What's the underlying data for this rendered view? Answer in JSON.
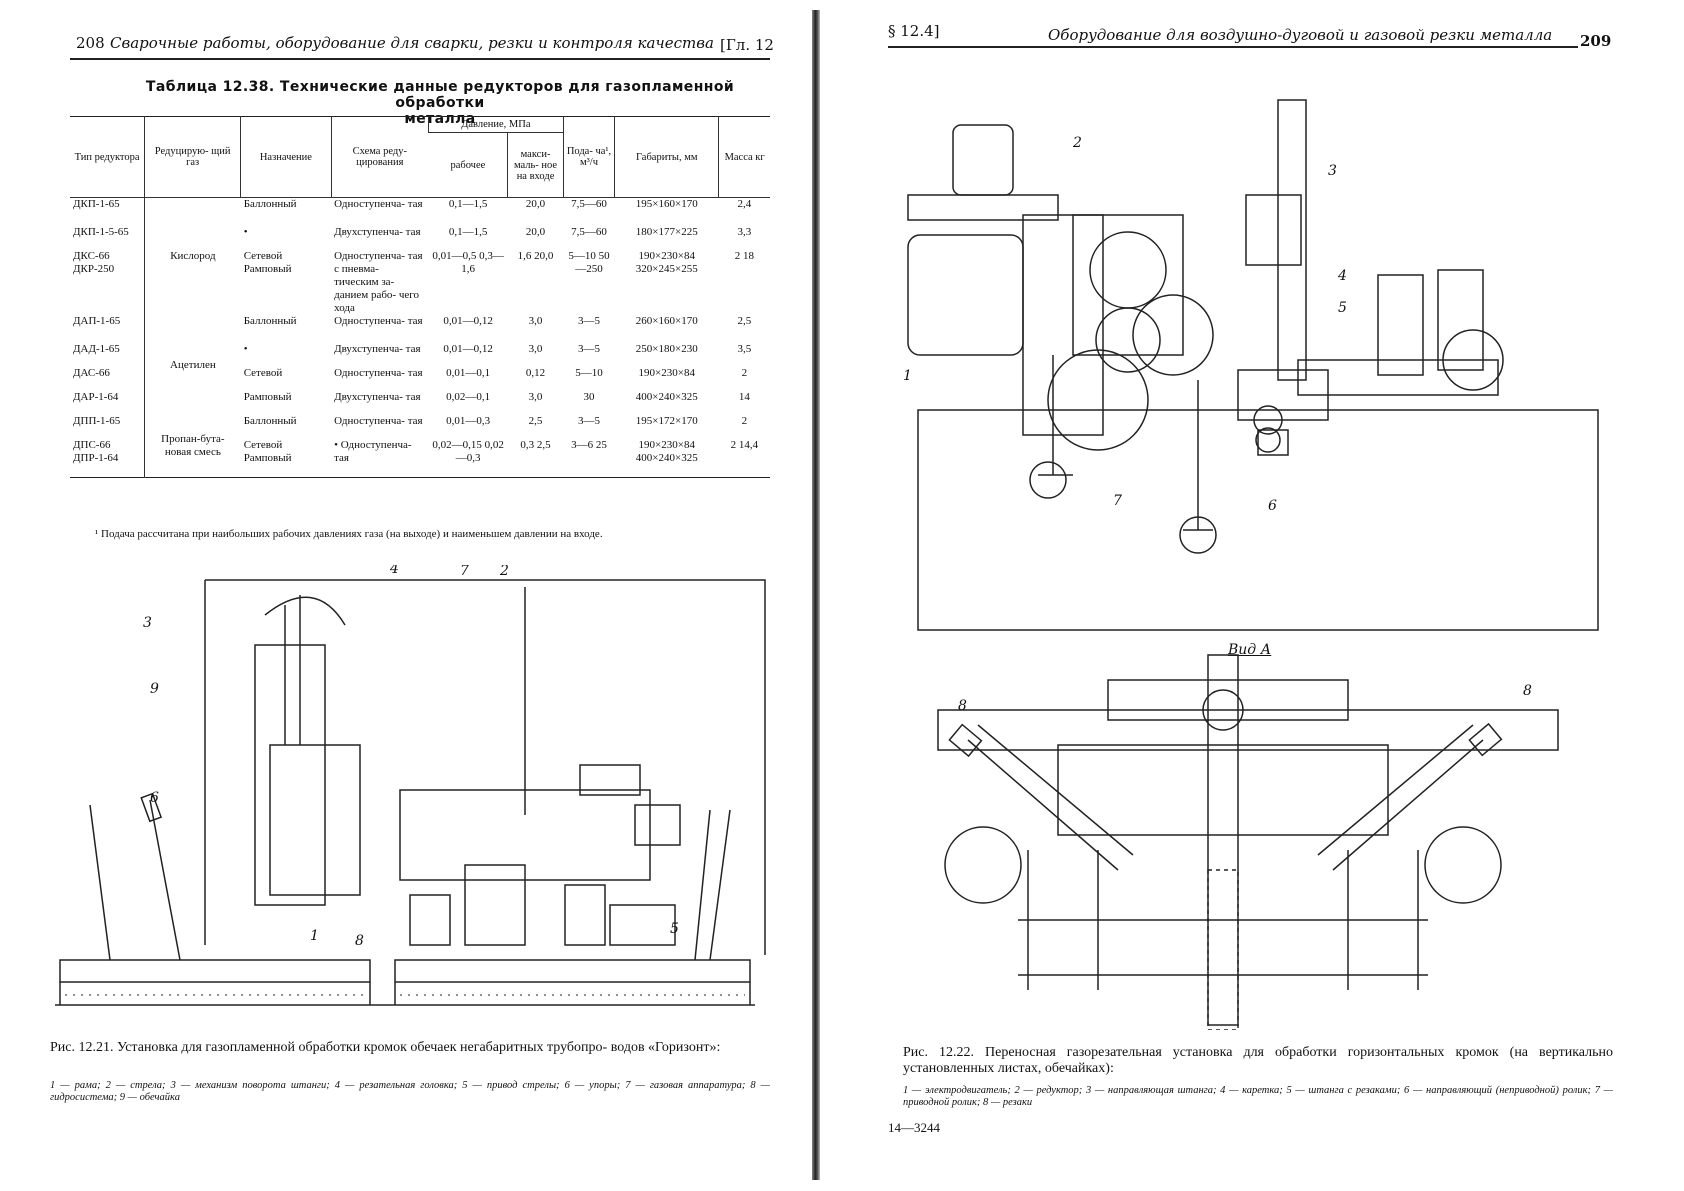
{
  "left_page": {
    "page_number": "208",
    "running_title": "Сварочные работы, оборудование для сварки, резки и контроля качества",
    "chapter": "[Гл. 12",
    "table": {
      "title_line1": "Таблица 12.38. Технические данные редукторов для газопламенной обработки",
      "title_line2": "металла",
      "headers": {
        "type": "Тип редуктора",
        "gas": "Редуцирую- щий газ",
        "purpose": "Назначение",
        "scheme": "Схема реду- цирования",
        "pressure_group": "Давление, МПа",
        "working": "рабочее",
        "max_inlet": "макси- маль- ное на входе",
        "flow": "Пода- ча¹, м³/ч",
        "dims": "Габариты, мм",
        "mass": "Масса кг"
      },
      "rows": [
        {
          "type": "ДКП-1-65",
          "purpose": "Баллонный",
          "scheme": "Одноступенча- тая",
          "working": "0,1—1,5",
          "max": "20,0",
          "flow": "7,5—60",
          "dims": "195×160×170",
          "mass": "2,4"
        },
        {
          "type": "ДКП-1-5-65",
          "purpose": "•",
          "scheme": "Двухступенча- тая",
          "working": "0,1—1,5",
          "max": "20,0",
          "flow": "7,5—60",
          "dims": "180×177×225",
          "mass": "3,3"
        },
        {
          "type": "ДКС-66 ДКР-250",
          "purpose": "Сетевой Рамповый",
          "scheme": "Одноступенча- тая с пневма- тическим за- данием рабо- чего хода",
          "working": "0,01—0,5 0,3—1,6",
          "max": "1,6 20,0",
          "flow": "5—10 50—250",
          "dims": "190×230×84 320×245×255",
          "mass": "2 18"
        },
        {
          "type": "ДАП-1-65",
          "purpose": "Баллонный",
          "scheme": "Одноступенча- тая",
          "working": "0,01—0,12",
          "max": "3,0",
          "flow": "3—5",
          "dims": "260×160×170",
          "mass": "2,5"
        },
        {
          "type": "ДАД-1-65",
          "purpose": "•",
          "scheme": "Двухступенча- тая",
          "working": "0,01—0,12",
          "max": "3,0",
          "flow": "3—5",
          "dims": "250×180×230",
          "mass": "3,5"
        },
        {
          "type": "ДАС-66",
          "purpose": "Сетевой",
          "scheme": "Одноступенча- тая",
          "working": "0,01—0,1",
          "max": "0,12",
          "flow": "5—10",
          "dims": "190×230×84",
          "mass": "2"
        },
        {
          "type": "ДАР-1-64",
          "purpose": "Рамповый",
          "scheme": "Двухступенча- тая",
          "working": "0,02—0,1",
          "max": "3,0",
          "flow": "30",
          "dims": "400×240×325",
          "mass": "14"
        },
        {
          "type": "ДПП-1-65",
          "purpose": "Баллонный",
          "scheme": "Одноступенча- тая",
          "working": "0,01—0,3",
          "max": "2,5",
          "flow": "3—5",
          "dims": "195×172×170",
          "mass": "2"
        },
        {
          "type": "ДПС-66 ДПР-1-64",
          "purpose": "Сетевой Рамповый",
          "scheme": "• Одноступенча- тая",
          "working": "0,02—0,15 0,02—0,3",
          "max": "0,3 2,5",
          "flow": "3—6 25",
          "dims": "190×230×84 400×240×325",
          "mass": "2 14,4"
        }
      ],
      "gas_groups": [
        "Кислород",
        "Ацетилен",
        "Пропан-бута- новая смесь"
      ]
    },
    "footnote": "¹ Подача рассчитана при наибольших рабочих давлениях газа (на выходе) и наименьшем давлении на входе.",
    "figure": {
      "caption": "Рис. 12.21. Установка для газопламенной обработки кромок обечаек негабаритных трубопро- водов «Горизонт»:",
      "legend": "1 — рама; 2 — стрела; 3 — механизм поворота штанги; 4 — резательная головка; 5 — привод стрелы; 6 — упоры; 7 — газовая аппаратура; 8 — гидросистема; 9 — обечайка",
      "labels": [
        "1",
        "2",
        "3",
        "4",
        "5",
        "6",
        "7",
        "8",
        "9"
      ]
    }
  },
  "right_page": {
    "section": "§ 12.4]",
    "running_title": "Оборудование для воздушно-дуговой и газовой резки металла",
    "page_number": "209",
    "figure": {
      "labels": [
        "1",
        "2",
        "3",
        "4",
        "5",
        "6",
        "7"
      ],
      "view_label": "Вид А",
      "bottom_labels": [
        "8",
        "8"
      ],
      "caption": "Рис. 12.22. Переносная газорезательная установка для обработки горизонтальных кромок (на вертикально установленных листах, обечайках):",
      "legend": "1 — электродвигатель; 2 — редуктор; 3 — направляющая штанга; 4 — каретка; 5 — штанга с резаками; 6 — направляющий (неприводной) ролик; 7 — приводной ролик; 8 — резаки"
    },
    "signature": "14—3244"
  }
}
